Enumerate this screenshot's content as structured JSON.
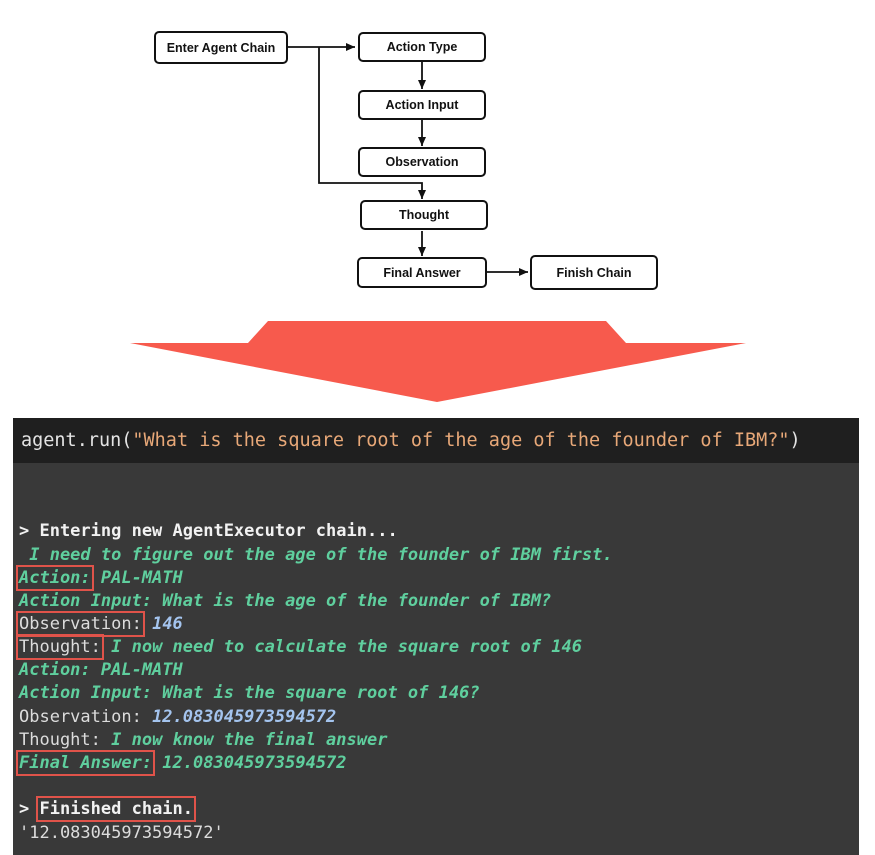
{
  "flowchart": {
    "nodes": {
      "enter_agent_chain": "Enter Agent Chain",
      "action_type": "Action Type",
      "action_input": "Action Input",
      "observation": "Observation",
      "thought": "Thought",
      "final_answer": "Final Answer",
      "finish_chain": "Finish Chain"
    }
  },
  "transition_arrow": {
    "color": "#f75a4d"
  },
  "terminal": {
    "command": {
      "prefix": "agent.run(",
      "string": "\"What is the square root of the age of the founder of IBM?\"",
      "suffix": ")"
    },
    "lines": {
      "entering": "> Entering new AgentExecutor chain...",
      "thought1": " I need to figure out the age of the founder of IBM first.",
      "action1_label": "Action:",
      "action1_value": " PAL-MATH",
      "action_input1": "Action Input: What is the age of the founder of IBM?",
      "observation1_label": "Observation:",
      "observation1_value": "146",
      "thought2_label": "Thought:",
      "thought2_value": " I now need to calculate the square root of 146",
      "action2": "Action: PAL-MATH",
      "action_input2": "Action Input: What is the square root of 146?",
      "observation2_label": "Observation: ",
      "observation2_value": "12.083045973594572",
      "thought3_label": "Thought: ",
      "thought3_value": "I now know the final answer",
      "final_answer_label": "Final Answer:",
      "final_answer_value": " 12.083045973594572",
      "finished_prefix": "> ",
      "finished_label": "Finished chain.",
      "result": "'12.083045973594572'"
    },
    "colors": {
      "background": "#393939",
      "command_bar": "#1f1f1f",
      "green_text": "#5fcf9e",
      "blue_value": "#a4c4ee",
      "highlight_box": "#e0534a"
    }
  }
}
